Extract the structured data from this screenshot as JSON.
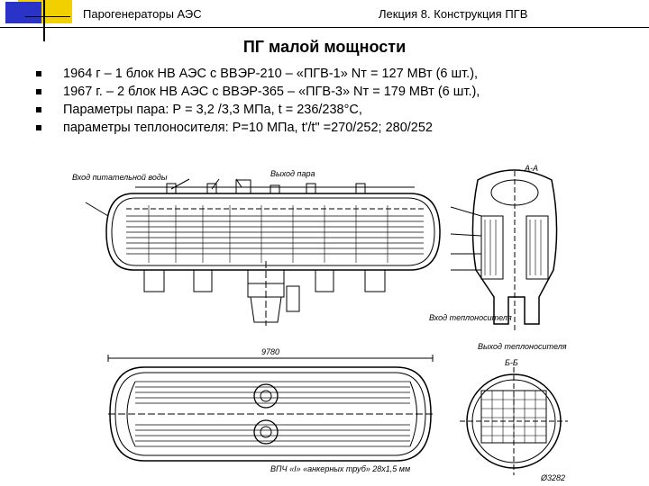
{
  "header": {
    "left": "Парогенераторы АЭС",
    "right": "Лекция 8. Конструкция ПГВ"
  },
  "title": "ПГ малой мощности",
  "bullets": [
    "1964 г – 1 блок НВ АЭС с ВВЭР-210 – «ПГВ-1» Nт = 127 МВт (6 шт.),",
    "1967 г. – 2 блок НВ АЭС с ВВЭР-365 – «ПГВ-3» Nт = 179 МВт (6 шт.),",
    "Параметры пара: Р = 3,2 /3,3 МПа, t = 236/238°С,",
    "параметры теплоносителя: Р=10 МПа, t'/t\" =270/252; 280/252"
  ],
  "drawing": {
    "label_steam_out": "Выход пара",
    "label_water_in": "Вход питательной воды",
    "label_coolant_in": "Вход теплоносителя",
    "label_coolant_out": "Выход теплоносителя",
    "section_aa": "А-А",
    "section_bb": "Б-Б",
    "dimension_length": "9780",
    "dimension_diameter": "Ø3282",
    "caption": "ВПЧ «I» «анкерных труб» 28x1,5 мм"
  },
  "colors": {
    "logo_yellow": "#f2d000",
    "logo_blue": "#2a33c8"
  }
}
